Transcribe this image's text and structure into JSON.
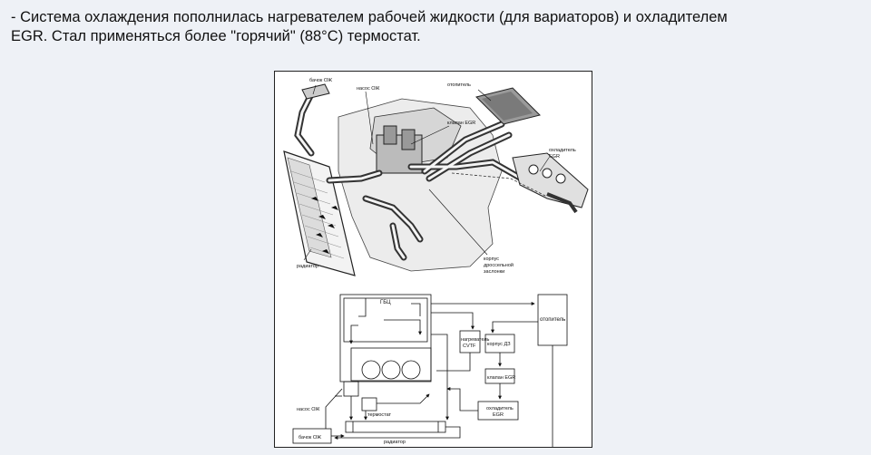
{
  "text": {
    "line1": "- Система охлаждения пополнилась нагревателем рабочей жидкости (для вариаторов) и охладителем",
    "line2": "EGR. Стал применяться более \"горячий\" (88°С) термостат."
  },
  "figure": {
    "top_labels": {
      "bachok": "бачок ОЖ",
      "nasos": "насос ОЖ",
      "otopitel": "отопитель",
      "klapan": "клапан EGR",
      "ohladitel_1": "охладитель",
      "ohladitel_2": "EGR",
      "radiator": "радиатор",
      "korpus_1": "корпус",
      "korpus_2": "дроссельной",
      "korpus_3": "заслонки"
    },
    "block_labels": {
      "gbc": "ГБЦ",
      "otopitel": "отопитель",
      "nagrev_1": "нагреватель",
      "nagrev_2": "CVTF",
      "korpus_dz": "корпус ДЗ",
      "klapan": "клапан EGR",
      "ohlad_1": "охладитель",
      "ohlad_2": "EGR",
      "nasos": "насос ОЖ",
      "termostat": "термостат",
      "bachok": "бачок ОЖ",
      "radiator": "радиатор"
    }
  }
}
